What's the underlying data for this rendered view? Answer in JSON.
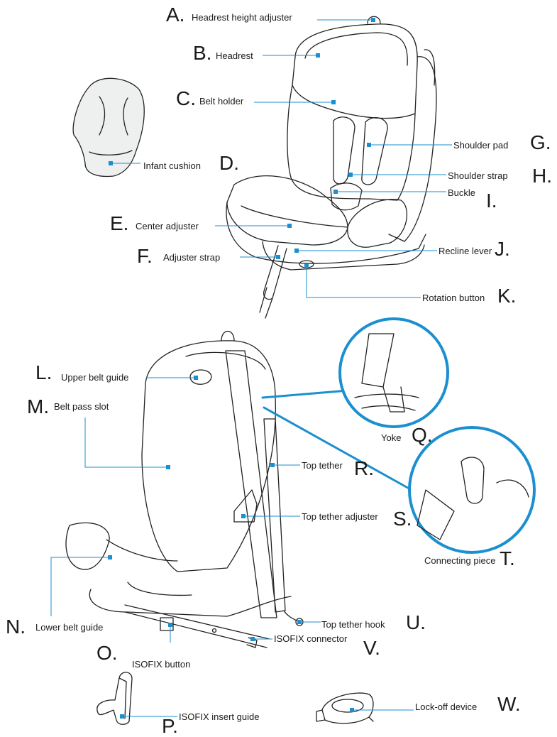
{
  "parts": [
    {
      "letter": "A.",
      "name": "Headrest height adjuster"
    },
    {
      "letter": "B.",
      "name": "Headrest"
    },
    {
      "letter": "C.",
      "name": "Belt holder"
    },
    {
      "letter": "D.",
      "name": "Infant cushion"
    },
    {
      "letter": "E.",
      "name": "Center adjuster"
    },
    {
      "letter": "F.",
      "name": "Adjuster strap"
    },
    {
      "letter": "G.",
      "name": "Shoulder pad"
    },
    {
      "letter": "H.",
      "name": "Shoulder strap"
    },
    {
      "letter": "I.",
      "name": "Buckle"
    },
    {
      "letter": "J.",
      "name": "Recline lever"
    },
    {
      "letter": "K.",
      "name": "Rotation button"
    },
    {
      "letter": "L.",
      "name": "Upper belt guide"
    },
    {
      "letter": "M.",
      "name": "Belt pass slot"
    },
    {
      "letter": "N.",
      "name": "Lower belt guide"
    },
    {
      "letter": "O.",
      "name": "ISOFIX button"
    },
    {
      "letter": "P.",
      "name": "ISOFIX insert guide"
    },
    {
      "letter": "Q.",
      "name": "Yoke"
    },
    {
      "letter": "R.",
      "name": "Top tether"
    },
    {
      "letter": "S.",
      "name": "Top tether adjuster"
    },
    {
      "letter": "T.",
      "name": "Connecting piece"
    },
    {
      "letter": "U.",
      "name": "Top tether hook"
    },
    {
      "letter": "V.",
      "name": "ISOFIX connector"
    },
    {
      "letter": "W.",
      "name": "Lock-off device"
    }
  ],
  "colors": {
    "leader": "#1b8fd0",
    "marker": "#1b8fd0",
    "line": "#222222",
    "text": "#1a1a1a"
  }
}
